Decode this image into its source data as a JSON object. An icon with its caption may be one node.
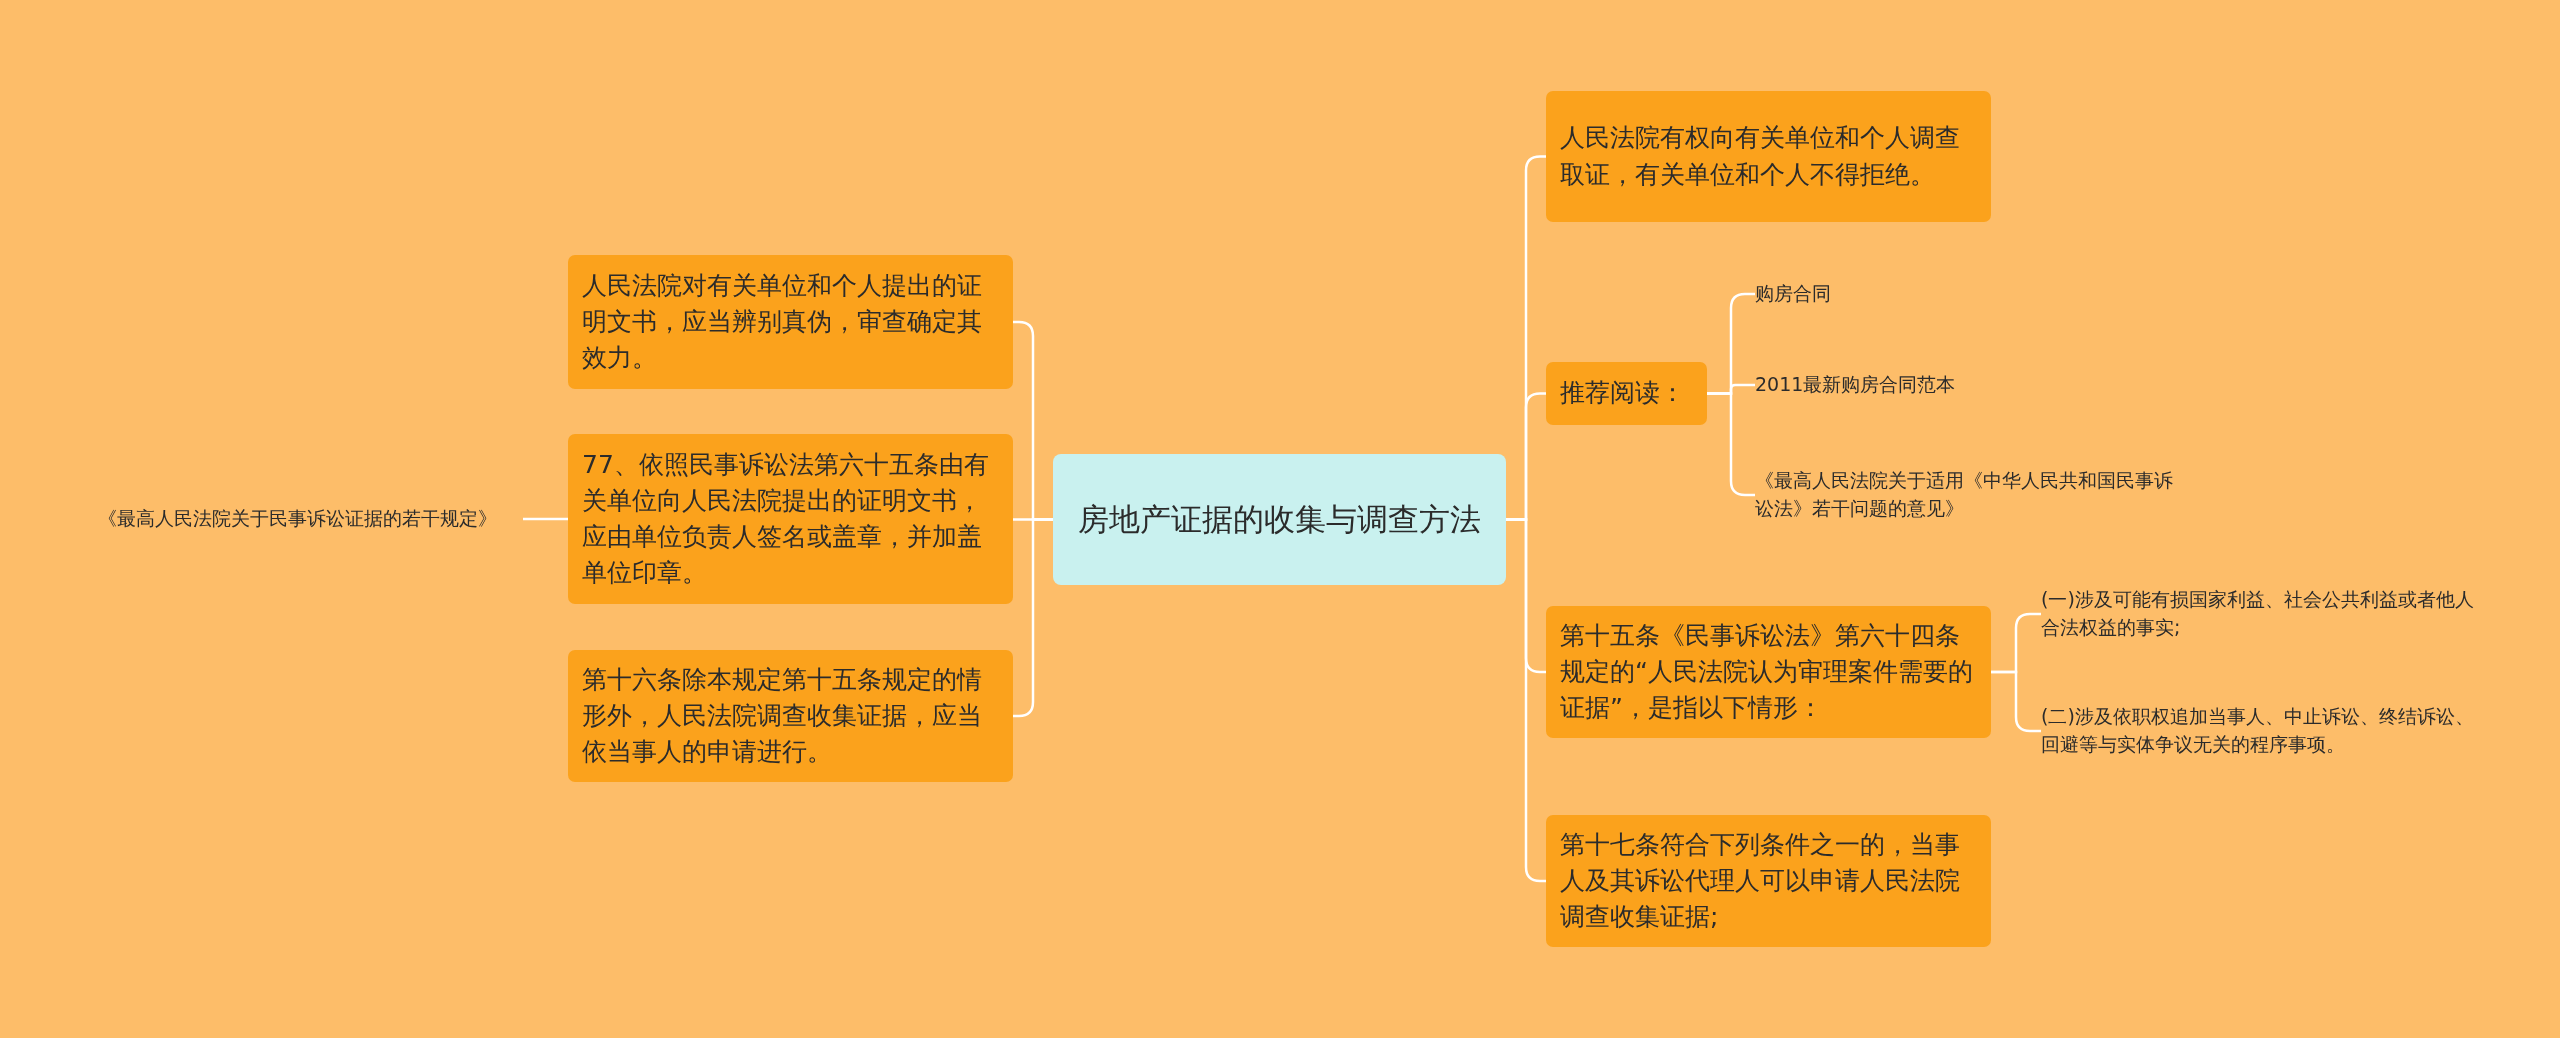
{
  "diagram": {
    "nodes": [
      {
        "text": [
          "房地产证据的收集与调查方法"
        ]
      },
      {
        "text": [
          "人民法院对有关单位和个人提出的证明文书，应当辨别真伪，审查确定其效力。"
        ]
      },
      {
        "text": [
          "77、依照民事诉讼法第六十五条由有关单位向人民法院提出的证明文书，应由单位负责人签名或盖章，并加盖单位印章。"
        ]
      },
      {
        "text": [
          "第十六条除本规定第十五条规定的情形外，人民法院调查收集证据，应当依当事人的申请进行。"
        ]
      },
      {
        "text": [
          "《最高人民法院关于民事诉讼证据的若干规定》"
        ]
      },
      {
        "text": [
          "人民法院有权向有关单位和个人调查取证，有关单位和个人不得拒绝。"
        ]
      },
      {
        "text": [
          "推荐阅读："
        ]
      },
      {
        "text": [
          "购房合同"
        ]
      },
      {
        "text": [
          "2011最新购房合同范本"
        ]
      },
      {
        "text": [
          "《最高人民法院关于适用《中华人民共和国民事诉讼法》若干问题的意见》"
        ]
      },
      {
        "text": [
          "第十五条《民事诉讼法》第六十四条规定的“人民法院认为审理案件需要的证据”，是指以下情形："
        ]
      },
      {
        "text": [
          "(一)涉及可能有损国家利益、社会公共利益或者他人合法权益的事实;"
        ]
      },
      {
        "text": [
          "(二)涉及依职权追加当事人、中止诉讼、终结诉讼、回避等与实体争议无关的程序事项。"
        ]
      },
      {
        "text": [
          "第十七条符合下列条件之一的，当事人及其诉讼代理人可以申请人民法院调查收集证据;"
        ]
      }
    ],
    "edges": [
      {
        "from": 0,
        "to": 1,
        "arrow": "none"
      },
      {
        "from": 0,
        "to": 2,
        "arrow": "none"
      },
      {
        "from": 0,
        "to": 3,
        "arrow": "none"
      },
      {
        "from": 2,
        "to": 4,
        "arrow": "none"
      },
      {
        "from": 0,
        "to": 5,
        "arrow": "none"
      },
      {
        "from": 0,
        "to": 6,
        "arrow": "none"
      },
      {
        "from": 6,
        "to": 7,
        "arrow": "none"
      },
      {
        "from": 6,
        "to": 8,
        "arrow": "none"
      },
      {
        "from": 6,
        "to": 9,
        "arrow": "none"
      },
      {
        "from": 0,
        "to": 10,
        "arrow": "none"
      },
      {
        "from": 10,
        "to": 11,
        "arrow": "none"
      },
      {
        "from": 10,
        "to": 12,
        "arrow": "none"
      },
      {
        "from": 0,
        "to": 13,
        "arrow": "none"
      }
    ]
  }
}
